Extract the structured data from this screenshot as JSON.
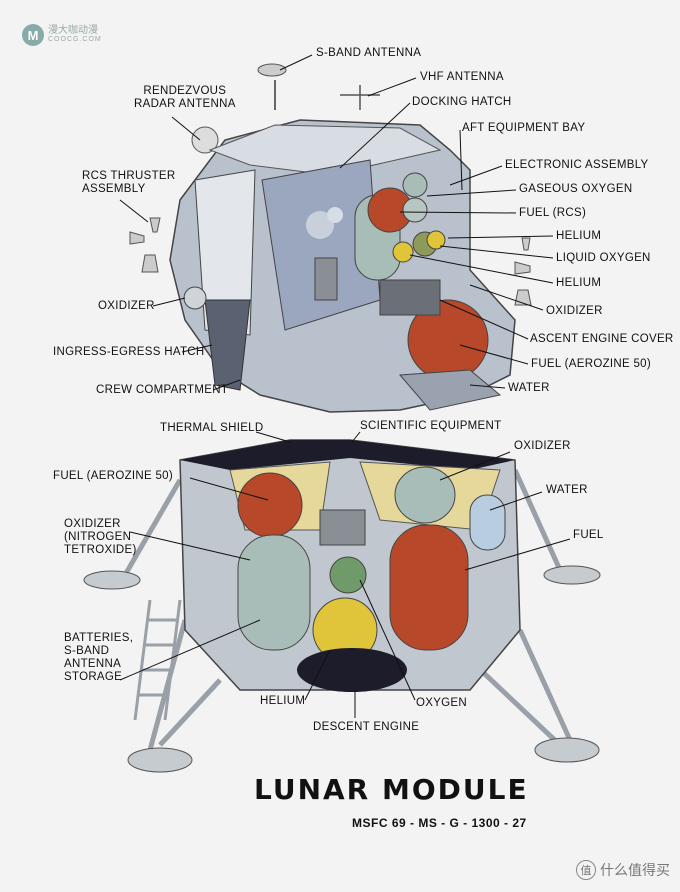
{
  "watermark": {
    "logo_letter": "M",
    "text_cn": "漫大咖动漫",
    "url": "COOCG.COM"
  },
  "ascent_labels": {
    "s_band_antenna": "S-BAND ANTENNA",
    "vhf_antenna": "VHF ANTENNA",
    "rendezvous_radar": "RENDEZVOUS\nRADAR ANTENNA",
    "docking_hatch": "DOCKING HATCH",
    "aft_equipment_bay": "AFT EQUIPMENT BAY",
    "electronic_assembly": "ELECTRONIC ASSEMBLY",
    "rcs_thruster": "RCS THRUSTER\nASSEMBLY",
    "gaseous_oxygen": "GASEOUS OXYGEN",
    "fuel_rcs": "FUEL (RCS)",
    "helium_1": "HELIUM",
    "liquid_oxygen": "LIQUID OXYGEN",
    "helium_2": "HELIUM",
    "oxidizer_right": "OXIDIZER",
    "oxidizer_left": "OXIDIZER",
    "ascent_engine_cover": "ASCENT ENGINE COVER",
    "ingress_egress_hatch": "INGRESS-EGRESS HATCH",
    "fuel_aerozine": "FUEL (AEROZINE 50)",
    "crew_compartment": "CREW COMPARTMENT",
    "water": "WATER"
  },
  "descent_labels": {
    "thermal_shield": "THERMAL SHIELD",
    "scientific_equipment": "SCIENTIFIC EQUIPMENT",
    "oxidizer_top": "OXIDIZER",
    "fuel_aerozine": "FUEL (AEROZINE 50)",
    "water": "WATER",
    "oxidizer_nitrogen": "OXIDIZER\n(NITROGEN\nTETROXIDE)",
    "fuel": "FUEL",
    "batteries": "BATTERIES,\nS-BAND\nANTENNA\nSTORAGE",
    "helium": "HELIUM",
    "oxygen": "OXYGEN",
    "descent_engine": "DESCENT ENGINE"
  },
  "title": "LUNAR MODULE",
  "code": "MSFC 69 - MS - G - 1300 - 27",
  "badge": {
    "icon_text": "值",
    "text": "什么值得买"
  },
  "colors": {
    "fuel_tank": "#b8482a",
    "oxidizer_tank": "#a9bdb8",
    "helium_tank": "#e0c43a",
    "oxygen_tank": "#6f9a6a",
    "engine": "#1c1c2a",
    "body": "#b9c1cc",
    "insulation": "#e6d89a"
  }
}
